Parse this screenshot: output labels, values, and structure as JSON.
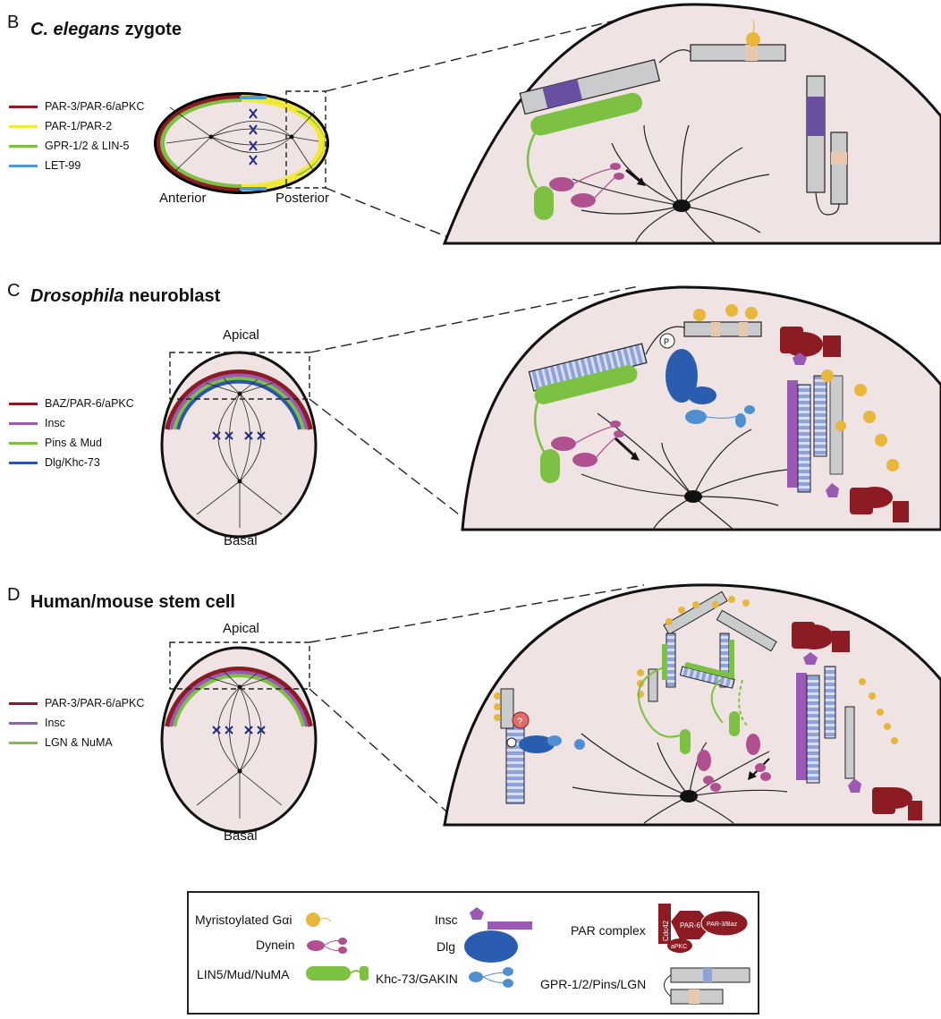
{
  "panels": [
    {
      "letter": "B",
      "title_prefix": "",
      "title_italic": "C. elegans",
      "title_suffix": " zygote",
      "legend": [
        {
          "label": "PAR-3/PAR-6/aPKC",
          "color": "#8c1b24"
        },
        {
          "label": "PAR-1/PAR-2",
          "color": "#f2e93a"
        },
        {
          "label": "GPR-1/2 & LIN-5",
          "color": "#7cc142"
        },
        {
          "label": "LET-99",
          "color": "#4b9ad8"
        }
      ],
      "cell_labels": {
        "anterior": "Anterior",
        "posterior": "Posterior"
      }
    },
    {
      "letter": "C",
      "title_prefix": "",
      "title_italic": "Drosophila",
      "title_suffix": " neuroblast",
      "legend": [
        {
          "label": "BAZ/PAR-6/aPKC",
          "color": "#8c1b24"
        },
        {
          "label": "Insc",
          "color": "#9b59b6"
        },
        {
          "label": "Pins & Mud",
          "color": "#7cc142"
        },
        {
          "label": "Dlg/Khc-73",
          "color": "#2a55a8"
        }
      ],
      "cell_labels": {
        "apical": "Apical",
        "basal": "Basal"
      }
    },
    {
      "letter": "D",
      "title_prefix": "Human/mouse stem cell",
      "title_italic": "",
      "title_suffix": "",
      "legend": [
        {
          "label": "PAR-3/PAR-6/aPKC",
          "color": "#8c1b24"
        },
        {
          "label": "Insc",
          "color": "#9b59b6"
        },
        {
          "label": "LGN & NuMA",
          "color": "#7cc142"
        }
      ],
      "cell_labels": {
        "apical": "Apical",
        "basal": "Basal"
      }
    }
  ],
  "key": {
    "items": [
      {
        "label": "Myristoylated Gαi"
      },
      {
        "label": "Dynein"
      },
      {
        "label": "LIN5/Mud/NuMA"
      },
      {
        "label": "Insc"
      },
      {
        "label": "Dlg"
      },
      {
        "label": "Khc-73/GAKIN"
      },
      {
        "label": "PAR complex"
      },
      {
        "label": "GPR-1/2/Pins/LGN"
      }
    ],
    "par_complex_text": {
      "cdc42": "Cdc42",
      "par6": "PAR-6",
      "par3": "PAR-3/Baz",
      "apkc": "aPKC"
    }
  },
  "phospho_label": "P",
  "question_label": "?",
  "colors": {
    "cytoplasm": "#efe3e3",
    "par": "#8c1b24",
    "insc": "#9b59b6",
    "green": "#7cc142",
    "dlg": "#2a5db0",
    "khc": "#4f8fcf",
    "gai": "#e8b73a",
    "dynein": "#b0508f",
    "gpr_grey": "#c9cbcd",
    "gpr_band": "#6a4fa0",
    "gpr_tan": "#e8c9ae"
  }
}
